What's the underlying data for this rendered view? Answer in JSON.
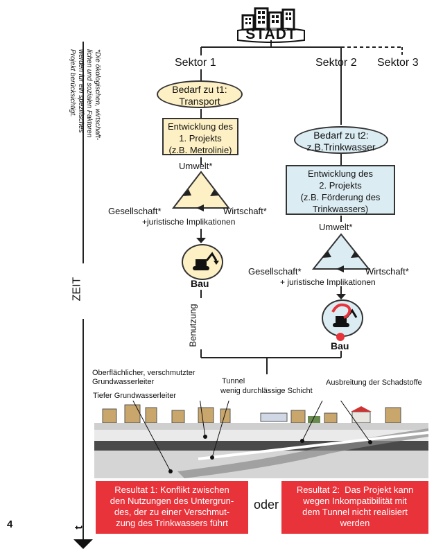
{
  "city": {
    "label": "STADT",
    "icon": "city-skyline-icon"
  },
  "sectors": {
    "s1": "Sektor 1",
    "s2": "Sektor 2",
    "s3": "Sektor 3"
  },
  "footnote": "*Die ökologischen, wirtschaft-\nlichen und sozialen Faktoren\nwerden für ein spezifisches\nProjekt berücksichtigt.",
  "axis": {
    "zeit": "ZEIT",
    "t": "t",
    "page_number": "4"
  },
  "left": {
    "need_line1": "Bedarf zu t1:",
    "need_line2": "Transport",
    "dev_line1": "Entwicklung des",
    "dev_line2": "1. Projekts",
    "dev_line3": "(z.B. Metrolinie)",
    "umwelt": "Umwelt*",
    "gesellschaft": "Gesellschaft*",
    "wirtschaft": "Wirtschaft*",
    "legal": "+juristische Implikationen",
    "bau": "Bau",
    "benutzung": "Benutzung"
  },
  "right": {
    "need_line1": "Bedarf zu t2:",
    "need_line2": "z.B.Trinkwasser",
    "dev_line1": "Entwicklung des",
    "dev_line2": "2. Projekts",
    "dev_line3": "(z.B. Förderung des",
    "dev_line4": "Trinkwassers)",
    "umwelt": "Umwelt*",
    "gesellschaft": "Gesellschaft*",
    "wirtschaft": "Wirtschaft*",
    "legal": "+ juristische Implikationen",
    "bau": "Bau"
  },
  "cross_section": {
    "surface_aquifer_1": "Oberflächlicher, verschmutzter",
    "surface_aquifer_2": "Grundwasserleiter",
    "tunnel": "Tunnel",
    "low_permeability": "wenig durchlässige Schicht",
    "spread": "Ausbreitung der Schadstoffe",
    "deep_aquifer": "Tiefer Grundwasserleiter"
  },
  "results": {
    "r1": "Resultat 1: Konflikt zwischen\nden Nutzungen des Untergrun-\ndes, der zu einer Verschmut-\nzung des Trinkwassers führt",
    "oder": "oder",
    "r2": "Resultat 2:  Das Projekt kann\nwegen Inkompatibilität mit\ndem Tunnel nicht realisiert\nwerden"
  },
  "colors": {
    "yellow": "#fdf0c4",
    "blue": "#dbecf2",
    "red": "#e8333b"
  }
}
